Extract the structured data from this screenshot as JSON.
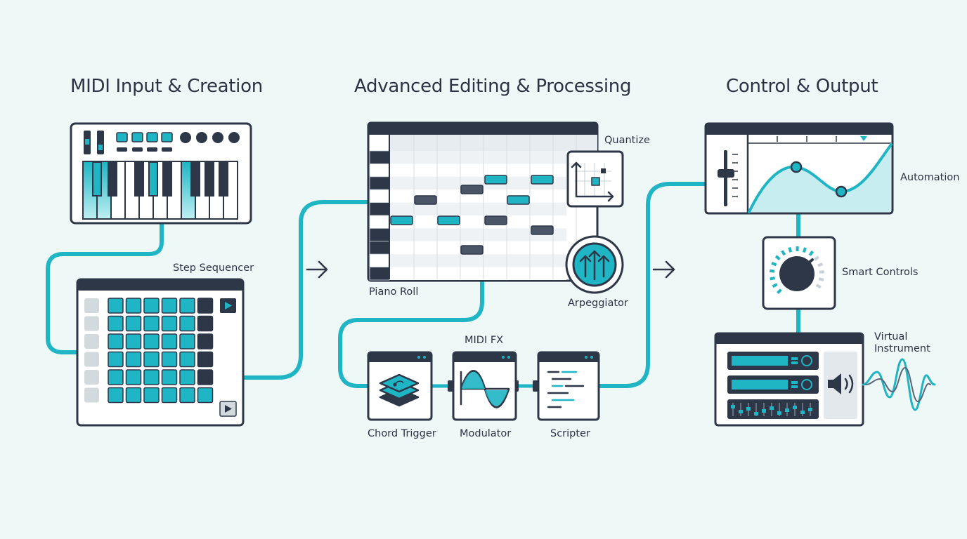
{
  "sections": {
    "input": "MIDI Input & Creation",
    "editing": "Advanced Editing & Processing",
    "output": "Control & Output"
  },
  "labels": {
    "step_sequencer": "Step Sequencer",
    "piano_roll": "Piano Roll",
    "quantize": "Quantize",
    "arpeggiator": "Arpeggiator",
    "midi_fx": "MIDI FX",
    "chord_trigger": "Chord Trigger",
    "modulator": "Modulator",
    "scripter": "Scripter",
    "automation": "Automation",
    "smart_controls": "Smart Controls",
    "virtual_line1": "Virtual",
    "virtual_line2": "Instrument"
  },
  "icons": {
    "keyboard": "midi-keyboard-icon",
    "sequencer": "step-sequencer-icon",
    "piano_roll": "piano-roll-icon",
    "quantize": "quantize-icon",
    "arpeggiator": "arpeggiator-icon",
    "chord_trigger": "layers-icon",
    "modulator": "sine-wave-icon",
    "scripter": "code-lines-icon",
    "automation": "automation-curve-icon",
    "smart_controls": "knob-icon",
    "virtual_instrument": "rack-synth-icon",
    "speaker": "speaker-icon"
  },
  "colors": {
    "background": "#eef8f7",
    "accent": "#1fb5c4",
    "outline": "#2d3748",
    "panel": "#ffffff",
    "grid": "#e3eaee"
  }
}
